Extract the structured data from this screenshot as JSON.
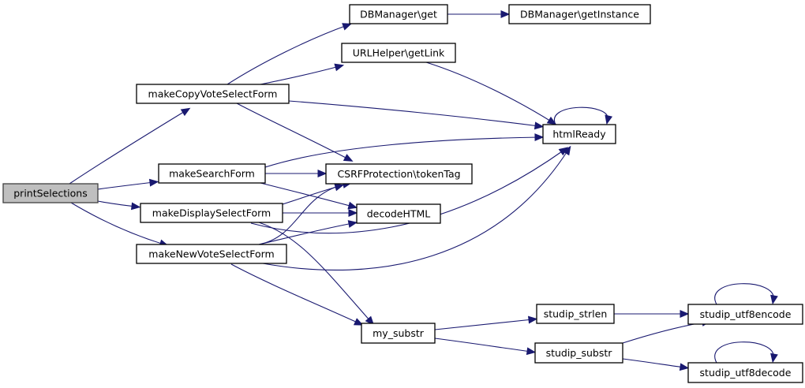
{
  "graph": {
    "type": "call-graph",
    "edge_color": "#191970",
    "root_fill": "#bfbfbf",
    "nodes": [
      {
        "id": "printSelections",
        "label": "printSelections",
        "root": true
      },
      {
        "id": "makeCopyVoteSelectForm",
        "label": "makeCopyVoteSelectForm"
      },
      {
        "id": "makeSearchForm",
        "label": "makeSearchForm"
      },
      {
        "id": "makeDisplaySelectForm",
        "label": "makeDisplaySelectForm"
      },
      {
        "id": "makeNewVoteSelectForm",
        "label": "makeNewVoteSelectForm"
      },
      {
        "id": "DBManager_get",
        "label": "DBManager\\get"
      },
      {
        "id": "DBManager_getInstance",
        "label": "DBManager\\getInstance"
      },
      {
        "id": "URLHelper_getLink",
        "label": "URLHelper\\getLink"
      },
      {
        "id": "htmlReady",
        "label": "htmlReady"
      },
      {
        "id": "CSRFProtection_tokenTag",
        "label": "CSRFProtection\\tokenTag"
      },
      {
        "id": "decodeHTML",
        "label": "decodeHTML"
      },
      {
        "id": "my_substr",
        "label": "my_substr"
      },
      {
        "id": "studip_strlen",
        "label": "studip_strlen"
      },
      {
        "id": "studip_substr",
        "label": "studip_substr"
      },
      {
        "id": "studip_utf8encode",
        "label": "studip_utf8encode"
      },
      {
        "id": "studip_utf8decode",
        "label": "studip_utf8decode"
      }
    ],
    "edges": [
      [
        "printSelections",
        "makeCopyVoteSelectForm"
      ],
      [
        "printSelections",
        "makeSearchForm"
      ],
      [
        "printSelections",
        "makeDisplaySelectForm"
      ],
      [
        "printSelections",
        "makeNewVoteSelectForm"
      ],
      [
        "makeCopyVoteSelectForm",
        "DBManager_get"
      ],
      [
        "makeCopyVoteSelectForm",
        "URLHelper_getLink"
      ],
      [
        "makeCopyVoteSelectForm",
        "htmlReady"
      ],
      [
        "makeCopyVoteSelectForm",
        "CSRFProtection_tokenTag"
      ],
      [
        "DBManager_get",
        "DBManager_getInstance"
      ],
      [
        "URLHelper_getLink",
        "htmlReady"
      ],
      [
        "htmlReady",
        "htmlReady"
      ],
      [
        "makeSearchForm",
        "htmlReady"
      ],
      [
        "makeSearchForm",
        "CSRFProtection_tokenTag"
      ],
      [
        "makeSearchForm",
        "decodeHTML"
      ],
      [
        "makeDisplaySelectForm",
        "CSRFProtection_tokenTag"
      ],
      [
        "makeDisplaySelectForm",
        "decodeHTML"
      ],
      [
        "makeDisplaySelectForm",
        "htmlReady"
      ],
      [
        "makeDisplaySelectForm",
        "my_substr"
      ],
      [
        "makeNewVoteSelectForm",
        "CSRFProtection_tokenTag"
      ],
      [
        "makeNewVoteSelectForm",
        "decodeHTML"
      ],
      [
        "makeNewVoteSelectForm",
        "htmlReady"
      ],
      [
        "makeNewVoteSelectForm",
        "my_substr"
      ],
      [
        "my_substr",
        "studip_strlen"
      ],
      [
        "my_substr",
        "studip_substr"
      ],
      [
        "studip_strlen",
        "studip_utf8encode"
      ],
      [
        "studip_substr",
        "studip_utf8encode"
      ],
      [
        "studip_substr",
        "studip_utf8decode"
      ],
      [
        "studip_utf8encode",
        "studip_utf8encode"
      ],
      [
        "studip_utf8decode",
        "studip_utf8decode"
      ]
    ]
  }
}
